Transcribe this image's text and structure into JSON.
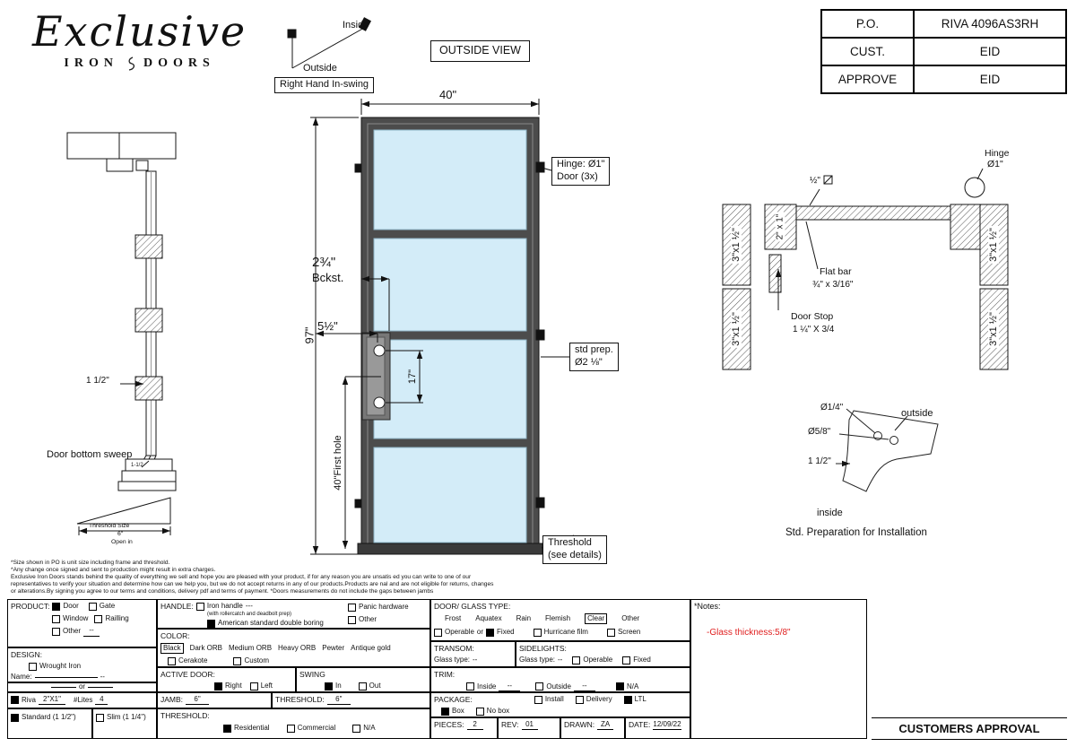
{
  "header": {
    "logo_script": "Exclusive",
    "logo_iron": "IRON",
    "logo_doors": "DOORS",
    "outside_view": "OUTSIDE VIEW",
    "swing_inside": "Inside",
    "swing_outside": "Outside",
    "swing_caption": "Right Hand In-swing",
    "po_rows": [
      {
        "label": "P.O.",
        "value": "RIVA 4096AS3RH"
      },
      {
        "label": "CUST.",
        "value": "EID"
      },
      {
        "label": "APPROVE",
        "value": "EID"
      }
    ]
  },
  "front": {
    "w": "40\"",
    "h": "97\"",
    "hinge1": "Hinge: Ø1\"",
    "hinge2": "Door (3x)",
    "bs1": "2¾\"",
    "bs2": "Bckst.",
    "d55": "5½\"",
    "d17": "17\"",
    "sp1": "std prep.",
    "sp2": "Ø2 ⅛\"",
    "fh": "40\"First hole",
    "th1": "Threshold",
    "th2": "(see details)"
  },
  "side": {
    "d15": "1 1/2\"",
    "d15b": "1-1/2",
    "sweep": "Door bottom sweep",
    "ts": "Threshold Size",
    "ts6": "6\"",
    "open": "Open in"
  },
  "jamb": {
    "hinge": "Hinge",
    "hd": "Ø1\"",
    "half": "½\"",
    "b21": "2\" x 1\"",
    "j1": "3\"x1 ½\"",
    "j2": "3\"x1 ½\"",
    "j3": "3\"x1 ½\"",
    "j4": "3\"x1 ½\"",
    "fb1": "Flat bar",
    "fb2": "¾\" x 3/16\"",
    "ds1": "Door Stop",
    "ds2": "1 ¼\" X 3/4"
  },
  "prep": {
    "d14": "Ø1/4\"",
    "d58": "Ø5/8\"",
    "d112": "1 1/2\"",
    "out": "outside",
    "in": "inside",
    "cap": "Std. Preparation for Installation"
  },
  "disclaimer": {
    "l1": "*Size shown in PO is unit size including frame and threshold.",
    "l2": "*Any change once signed and sent to production might result in extra charges.",
    "l3": "Exclusive Iron Doors stands behind the quality of everything we sell and hope you are pleased with your product, if for any reason you are unsatis   ed you can write to one of our",
    "l4": "representatives to verify your situation and determine how can we help you, but we do not accept returns in any of our products.Products are    nal and are not eligible for returns, changes",
    "l5": "or alterations.By signing you agree to our terms and conditions, delivery pdf and terms of payment. *Doors measurements do not include the gaps between jambs"
  },
  "form": {
    "product": {
      "label": "PRODUCT:",
      "door": "Door",
      "gate": "Gate",
      "window": "Window",
      "railling": "Railling",
      "other": "Other",
      "other_val": "--"
    },
    "design": {
      "label": "DESIGN:",
      "wrought": "Wrought Iron",
      "name": "Name:",
      "name_val": "--"
    },
    "or": "or",
    "riva": {
      "name": "Riva",
      "size": "2\"X1\"",
      "lites": "#Lites",
      "lites_val": "4"
    },
    "profile": {
      "standard": "Standard (1 1/2\")",
      "slim": "Slim (1 1/4\")"
    },
    "handle": {
      "label": "HANDLE:",
      "iron": "Iron handle",
      "dash": "---",
      "note": "(with rollercatch and deadbolt prep)",
      "american": "American standard double boring",
      "panic": "Panic hardware",
      "other": "Other"
    },
    "color": {
      "label": "COLOR:",
      "black": "Black",
      "o1": "Dark ORB",
      "o2": "Medium ORB",
      "o3": "Heavy ORB",
      "o4": "Pewter",
      "o5": "Antique gold",
      "cerakote": "Cerakote",
      "custom": "Custom"
    },
    "active": {
      "label": "ACTIVE DOOR:",
      "right": "Right",
      "left": "Left"
    },
    "swing": {
      "label": "SWING",
      "in": "In",
      "out": "Out"
    },
    "jambrow": {
      "label": "JAMB:",
      "value": "6\"",
      "tlabel": "THRESHOLD:",
      "tvalue": "6\""
    },
    "thr": {
      "label": "THRESHOLD:",
      "res": "Residential",
      "com": "Commercial",
      "na": "N/A"
    },
    "glass": {
      "label": "DOOR/ GLASS TYPE:",
      "t1": "Frost",
      "t2": "Aquatex",
      "t3": "Rain",
      "t4": "Flemish",
      "t5": "Clear",
      "t6": "Other",
      "operable": "Operable",
      "or": "or",
      "fixed": "Fixed",
      "hurricane": "Hurricane film",
      "screen": "Screen"
    },
    "transom": {
      "label": "TRANSOM:",
      "gt": "Glass type:",
      "val": "--"
    },
    "sidelights": {
      "label": "SIDELIGHTS:",
      "gt": "Glass type:",
      "val": "--",
      "operable": "Operable",
      "fixed": "Fixed"
    },
    "trim": {
      "label": "TRIM:",
      "inside": "Inside",
      "ival": "--",
      "outside": "Outside",
      "oval": "--",
      "na": "N/A"
    },
    "package": {
      "label": "PACKAGE:",
      "box": "Box",
      "nobox": "No box",
      "install": "Install",
      "delivery": "Delivery",
      "ltl": "LTL"
    },
    "pieces": {
      "label": "PIECES:",
      "value": "2",
      "rlabel": "REV:",
      "rev": "01",
      "dlabel": "DRAWN:",
      "drawn": "ZA",
      "datelabel": "DATE:",
      "date": "12/09/22"
    },
    "notes": {
      "label": "*Notes:",
      "note": "-Glass thickness:5/8\"",
      "note_color": "#e02020"
    },
    "approval": "CUSTOMERS APPROVAL",
    "checks": {
      "door": true,
      "gate": false,
      "window": false,
      "railling": false,
      "other": false,
      "iron": false,
      "american": true,
      "panic": false,
      "handle_other": false,
      "cerakote": false,
      "custom": false,
      "wrought": false,
      "right": true,
      "left": false,
      "in": true,
      "out": false,
      "riva": true,
      "standard": true,
      "slim": false,
      "res": true,
      "com": false,
      "thr_na": false,
      "operable": false,
      "fixed": true,
      "hurricane": false,
      "screen": false,
      "sl_operable": false,
      "sl_fixed": false,
      "trim_inside": false,
      "trim_outside": false,
      "trim_na": true,
      "box": true,
      "nobox": false,
      "install": false,
      "delivery": false,
      "ltl": true
    }
  }
}
